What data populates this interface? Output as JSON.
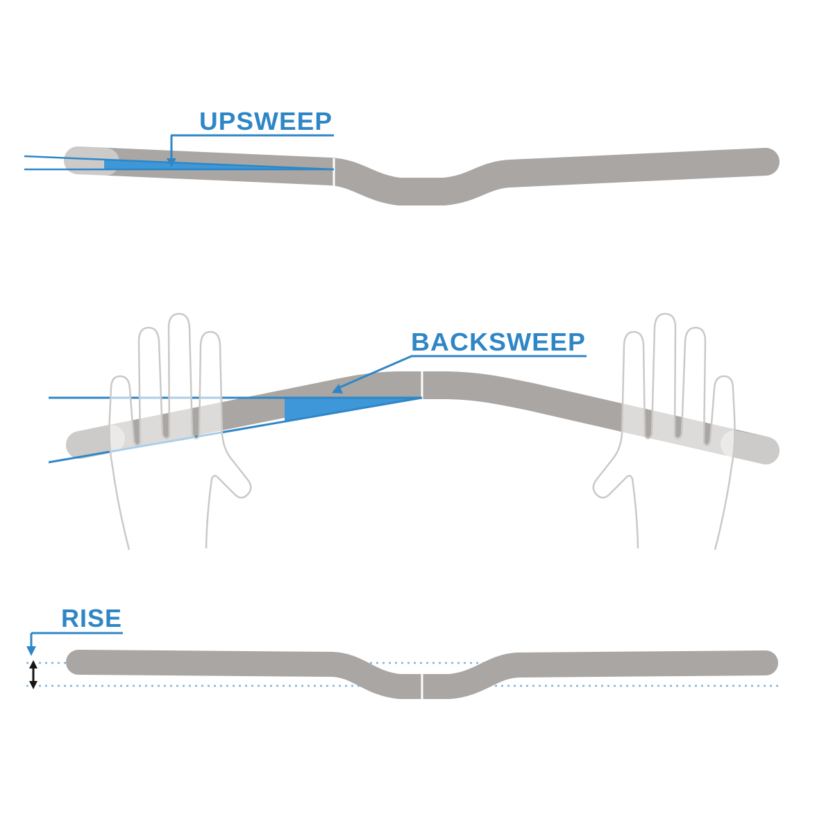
{
  "page": {
    "title": "Handlebar geometry diagram",
    "background": "#ffffff"
  },
  "colors": {
    "accent_blue": "#2f86c6",
    "wedge_blue": "#3d97d8",
    "bar_gray": "#a9a6a3",
    "hand_outline": "#cbc9c7",
    "dotted_blue": "#7db4de",
    "arrow_black": "#151515"
  },
  "diagrams": {
    "upsweep": {
      "label": "UPSWEEP"
    },
    "backsweep": {
      "label": "BACKSWEEP"
    },
    "rise": {
      "label": "RISE"
    }
  }
}
